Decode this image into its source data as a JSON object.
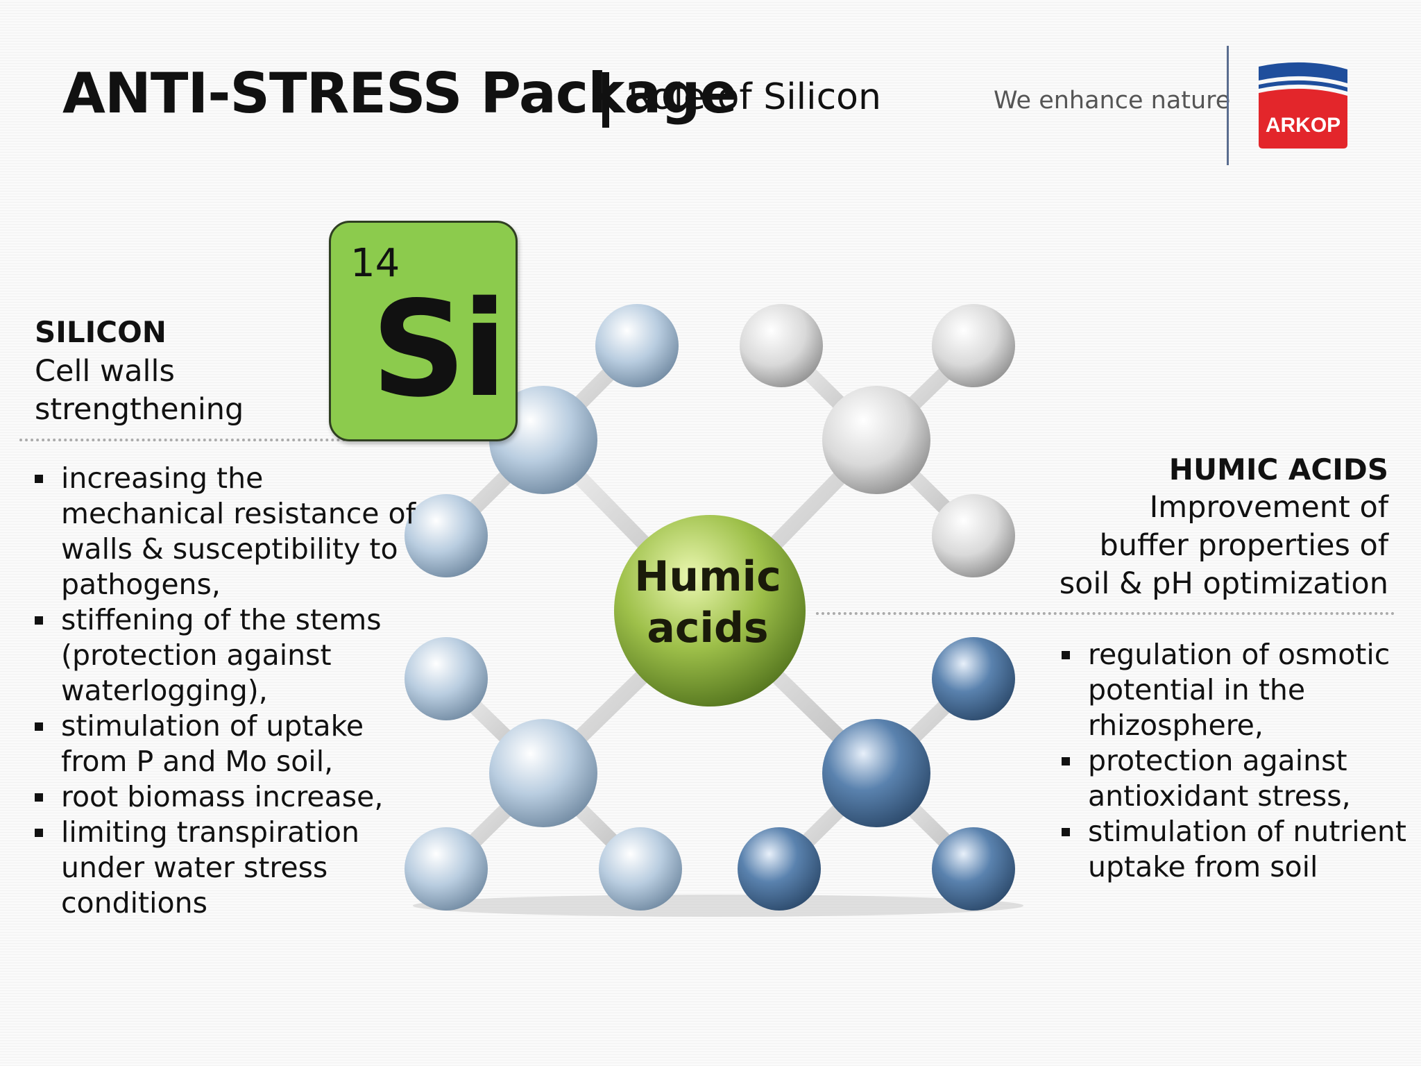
{
  "header": {
    "title": "ANTI-STRESS Package",
    "subtitle": "Role of Silicon",
    "tagline": "We enhance nature",
    "logo_text": "ARKOP"
  },
  "element_tile": {
    "number": "14",
    "symbol": "Si",
    "color": "#8ccb4d"
  },
  "left_panel": {
    "heading": "SILICON",
    "subtitle_lines": [
      "Cell walls",
      "strengthening"
    ],
    "bullets": [
      [
        "increasing the",
        "mechanical resistance of",
        "walls & susceptibility to",
        "pathogens,"
      ],
      [
        "stiffening of the stems",
        "(protection against",
        "waterlogging),"
      ],
      [
        "stimulation of uptake",
        "from P and Mo soil,"
      ],
      [
        "root biomass increase,"
      ],
      [
        "limiting transpiration",
        "under water stress",
        "conditions"
      ]
    ]
  },
  "right_panel": {
    "heading": "HUMIC ACIDS",
    "subtitle_lines": [
      "Improvement of",
      "buffer properties of",
      "soil & pH optimization"
    ],
    "bullets": [
      [
        "regulation of osmotic",
        "potential in the",
        "rhizosphere,"
      ],
      [
        "protection against",
        "antioxidant stress,"
      ],
      [
        "stimulation of nutrient",
        "uptake from soil"
      ]
    ]
  },
  "molecule": {
    "center_label_lines": [
      "Humic",
      "acids"
    ],
    "center_color": "#9ec04a",
    "silver_color": "#e8e8e8",
    "light_blue_color": "#c4d4e4",
    "blue_color": "#5a82ae",
    "logo_blue": "#1f4e9c",
    "logo_red": "#e3262b"
  }
}
